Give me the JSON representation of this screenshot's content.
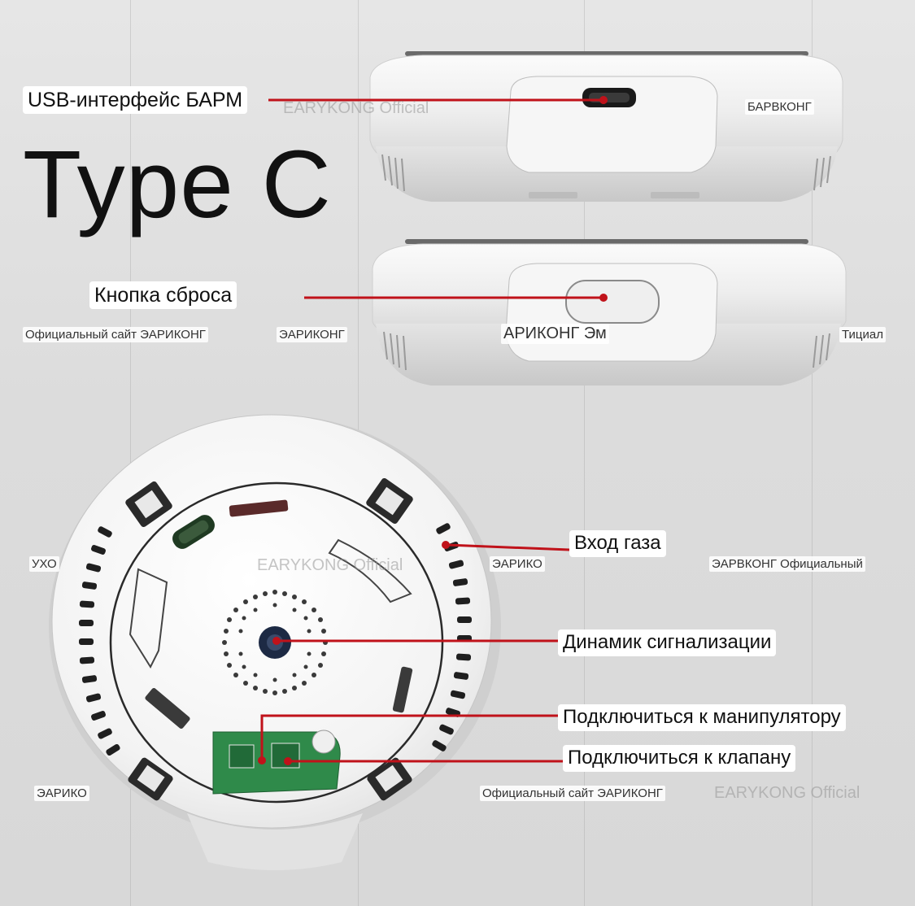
{
  "headline": "Type C",
  "callouts": {
    "usb": "USB-интерфейс БАРМ",
    "reset": "Кнопка сброса",
    "gas_inlet": "Вход газа",
    "alarm_speaker": "Динамик сигнализации",
    "manipulator": "Подключиться к манипулятору",
    "valve": "Подключиться к клапану"
  },
  "watermarks": {
    "w1": "БАРВКОНГ",
    "w2": "Официальный сайт ЭАРИКОНГ",
    "w3": "ЭАРИКОНГ",
    "w4": "АРИКОНГ Эм",
    "w5": "Тициал",
    "w6": "УХО",
    "w7": "ЭАРИКО",
    "w8": "ЭАРВКОНГ Официальный",
    "w9": "ЭАРИКО",
    "w10": "Официальный сайт ЭАРИКОНГ",
    "ghost": "EARYKONG Official"
  },
  "colors": {
    "background": "#dcdcdc",
    "device_body": "#f1f1f1",
    "device_shadow": "#c9c9c9",
    "leader_line": "#c0121a",
    "pcb_green": "#2f8a4a",
    "label_bg": "#ffffff",
    "headline_text": "#111111"
  }
}
